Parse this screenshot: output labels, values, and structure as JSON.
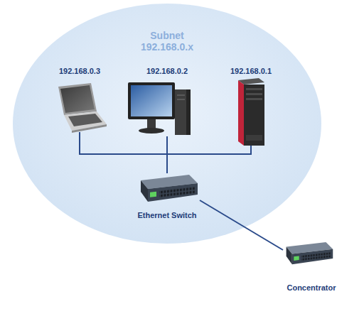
{
  "diagram": {
    "nodes": [
      {
        "text": [
          "Subnet",
          "192.168.0.x"
        ]
      },
      {
        "text": [
          "192.168.0.3"
        ],
        "in": 0
      },
      {
        "text": [
          "192.168.0.2"
        ],
        "in": 0
      },
      {
        "text": [
          "192.168.0.1"
        ],
        "in": 0
      },
      {
        "text": [
          "Ethernet Switch"
        ],
        "in": 0
      },
      {
        "text": [
          "Concentrator"
        ]
      }
    ],
    "edges": [
      {
        "from": 1,
        "to": 4,
        "arrow": "none"
      },
      {
        "from": 2,
        "to": 4,
        "arrow": "none"
      },
      {
        "from": 3,
        "to": 4,
        "arrow": "none"
      },
      {
        "from": 4,
        "to": 5,
        "arrow": "none"
      }
    ]
  }
}
